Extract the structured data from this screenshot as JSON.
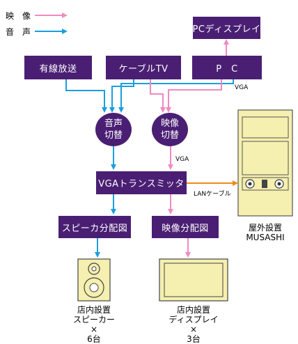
{
  "legend": {
    "video": "映　像",
    "audio": "音　声"
  },
  "boxes": {
    "pc_display": "PCディスプレイ",
    "cable_broadcast": "有線放送",
    "cable_tv": "ケーブルTV",
    "pc": "P　C",
    "vga_transmitter": "VGAトランスミッタ",
    "speaker_distributor": "スピーカ分配図",
    "video_distributor": "映像分配図"
  },
  "circles": {
    "audio_switch": [
      "音声",
      "切替"
    ],
    "video_switch": [
      "映像",
      "切替"
    ]
  },
  "labels": {
    "vga_right": "VGA",
    "vga_middle": "VGA",
    "lan_cable": "LANケーブル"
  },
  "captions": {
    "outdoor": [
      "屋外設置",
      "MUSASHI"
    ],
    "speakers": [
      "店内設置",
      "スピーカー",
      "×",
      "6台"
    ],
    "displays": [
      "店内設置",
      "ディスプレイ",
      "×",
      "3台"
    ]
  },
  "colors": {
    "box": "#4a1f73",
    "video_arrow": "#f08ac0",
    "audio_arrow": "#1a9ee0",
    "lan_arrow": "#f08a1a",
    "musashi_body": "#f5efb0"
  }
}
